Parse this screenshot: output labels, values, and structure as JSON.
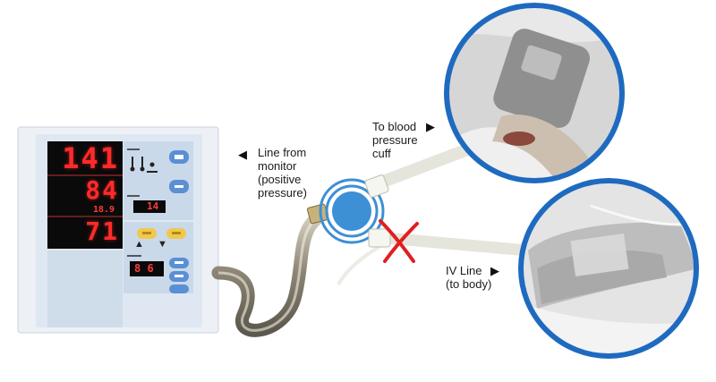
{
  "monitor": {
    "systolic": "141",
    "diastolic": "84",
    "aux_small": "18.9",
    "heart_rate": "71",
    "readout_a": "14",
    "readout_b": "8 6"
  },
  "labels": {
    "line_from_monitor": "Line from\nmonitor\n(positive\npressure)",
    "to_blood_pressure_cuff": "To blood\npressure\ncuff",
    "iv_line": "IV Line\n(to body)"
  },
  "colors": {
    "connector_blue": "#3d8fd6",
    "ring_blue": "#1e6ac0",
    "device_body": "#e9eff6",
    "panel_light_blue": "#c9d9ea",
    "display_black": "#0a0a0a",
    "digit_red": "#ff2a2a",
    "cross_red": "#e01f1f"
  },
  "icons": {
    "pointer_left": "◀",
    "pointer_right": "▶",
    "up_arrow": "▲",
    "down_arrow": "▼"
  }
}
